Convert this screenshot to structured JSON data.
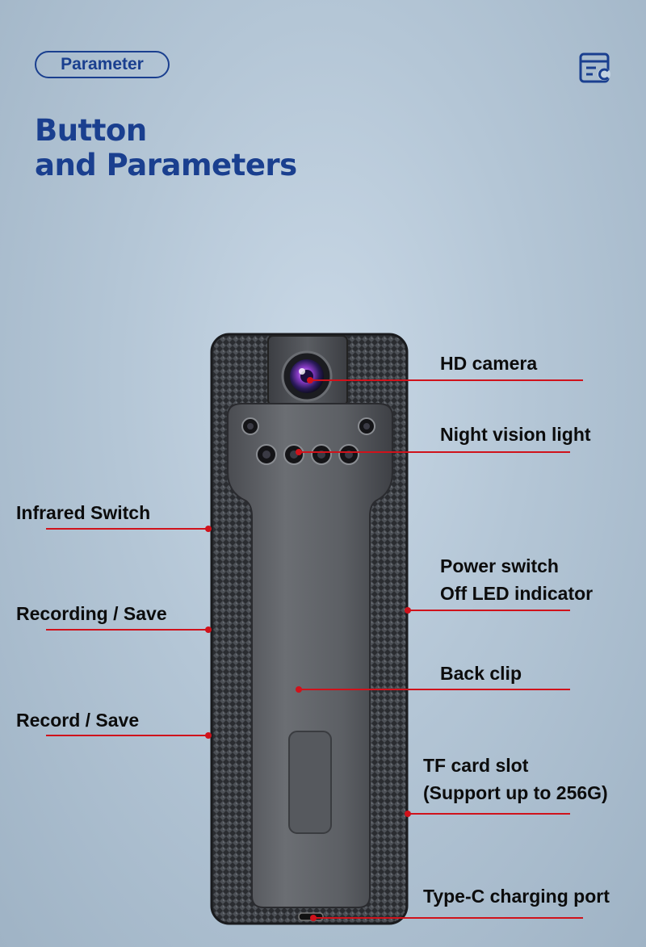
{
  "header": {
    "badge_label": "Parameter",
    "title_line1": "Button",
    "title_line2": "and Parameters",
    "icon": "document-settings-icon"
  },
  "colors": {
    "brand_blue": "#1a3f8f",
    "callout_red": "#d0121b",
    "label_text": "#0c0c0c"
  },
  "labels": {
    "hd_camera": "HD camera",
    "night_vision": "Night vision light",
    "infrared_switch": "Infrared Switch",
    "power_switch_line1": "Power switch",
    "power_switch_line2": "Off LED indicator",
    "recording_save": "Recording / Save",
    "back_clip": "Back clip",
    "record_save": "Record / Save",
    "tf_card_line1": "TF card slot",
    "tf_card_line2": "(Support up to 256G)",
    "type_c": "Type-C charging port"
  }
}
